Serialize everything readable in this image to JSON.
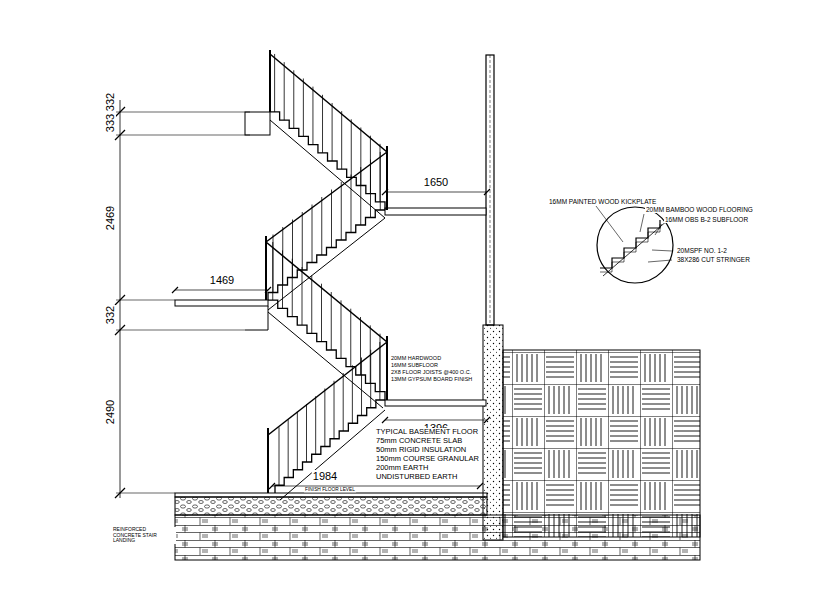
{
  "diagram": {
    "labels": [
      "332",
      "333",
      "2469",
      "332",
      "2490",
      "1650",
      "1469",
      "20MM HARDWOOD",
      "16MM SUBFLOOR",
      "2X8 FLOOR JOISTS @400 O.C.",
      "13MM GYPSUM BOARD FINISH",
      "1396",
      "TYPICAL BASEMENT FLOOR",
      "75mm CONCRETE SLAB",
      "50mm RIGID INSULATION",
      "150mm COURSE GRANULAR",
      "200mm EARTH",
      "UNDISTURBED EARTH",
      "1984",
      "FINISH FLOOR LEVEL",
      "REINFORCED CONCRETE STAIR LANDING",
      "16MM PAINTED WOOD KICKPLATE",
      "20MM BAMBOO WOOD FLOORING",
      "16MM OBS B-2 SUBFLOOR",
      "20MSPF NO. 1-2",
      "38X286 CUT STRINGER"
    ]
  }
}
